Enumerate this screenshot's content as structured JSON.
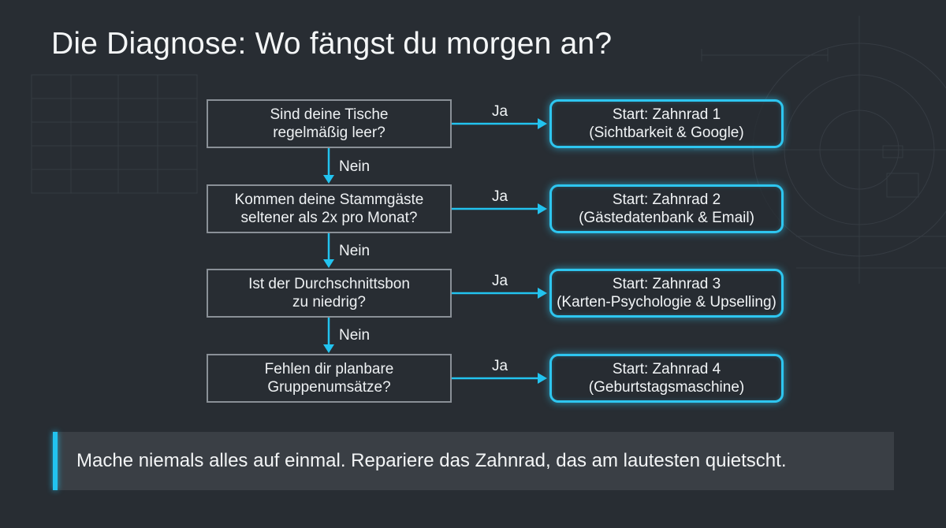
{
  "title": "Die Diagnose: Wo fängst du morgen an?",
  "flow": [
    {
      "question": "Sind deine Tische\nregelmäßig leer?",
      "yes_label": "Ja",
      "answer": "Start: Zahnrad 1\n(Sichtbarkeit & Google)",
      "no_label": "Nein"
    },
    {
      "question": "Kommen deine Stammgäste\nseltener als 2x pro Monat?",
      "yes_label": "Ja",
      "answer": "Start: Zahnrad 2\n(Gästedatenbank & Email)",
      "no_label": "Nein"
    },
    {
      "question": "Ist der Durchschnittsbon\nzu niedrig?",
      "yes_label": "Ja",
      "answer": "Start: Zahnrad 3\n(Karten-Psychologie & Upselling)",
      "no_label": "Nein"
    },
    {
      "question": "Fehlen dir planbare\nGruppenumsätze?",
      "yes_label": "Ja",
      "answer": "Start: Zahnrad 4\n(Geburtstagsmaschine)"
    }
  ],
  "footer": "Mache niemals alles auf einmal. Repariere das Zahnrad, das am lautesten quietscht.",
  "colors": {
    "accent": "#22c3ef",
    "background": "#282d33",
    "box_border": "#8a9097",
    "banner": "#3a3f45"
  }
}
